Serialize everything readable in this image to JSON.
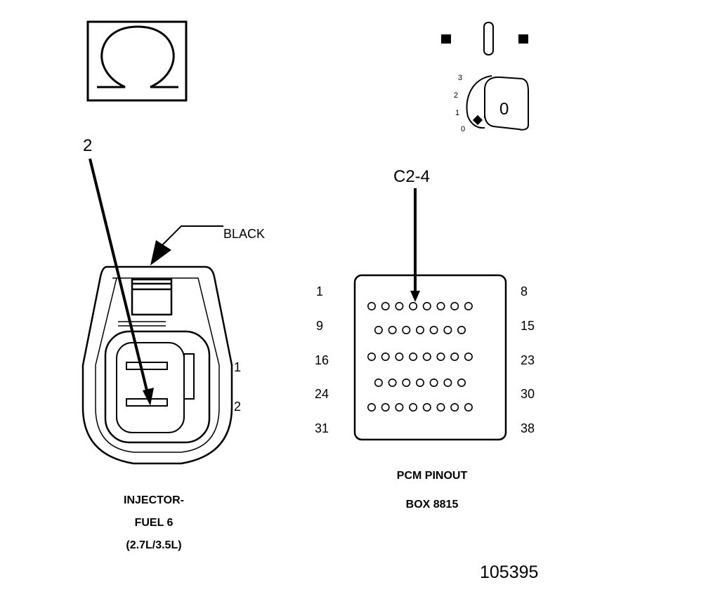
{
  "meter_icon": {
    "symbol": "Ω"
  },
  "ignition": {
    "positions": [
      "3",
      "2",
      "1",
      "0"
    ],
    "key_label": "0"
  },
  "injector": {
    "pointer_label": "2",
    "wire_color_label": "BLACK",
    "pin_labels": [
      "1",
      "2"
    ],
    "caption_lines": [
      "INJECTOR-",
      "FUEL 6",
      "(2.7L/3.5L)"
    ]
  },
  "pcm": {
    "pointer_label": "C2-4",
    "left_pin_labels": [
      "1",
      "9",
      "16",
      "24",
      "31"
    ],
    "right_pin_labels": [
      "8",
      "15",
      "23",
      "30",
      "38"
    ],
    "row_pin_counts": [
      8,
      7,
      8,
      7,
      8
    ],
    "caption_lines": [
      "PCM PINOUT",
      "BOX 8815"
    ]
  },
  "figure_number": "105395"
}
